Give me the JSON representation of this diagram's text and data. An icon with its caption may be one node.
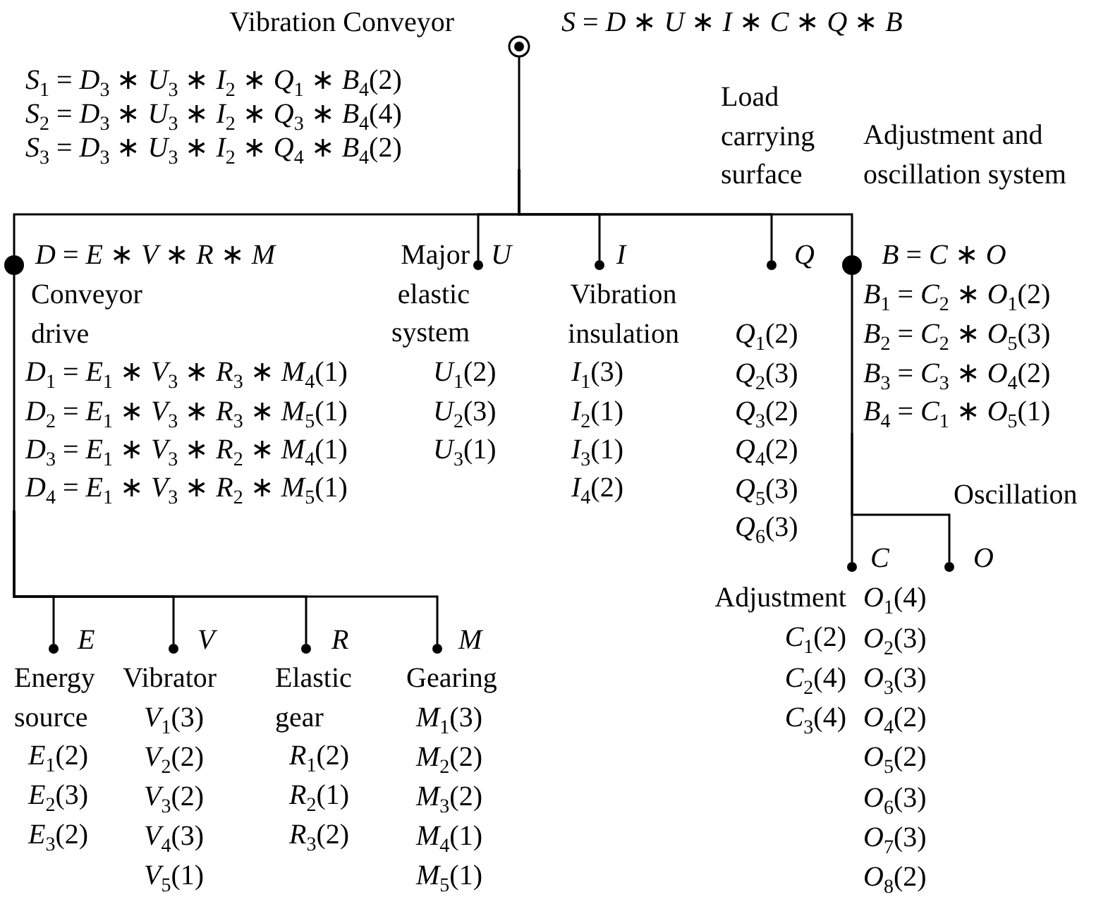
{
  "diagram": {
    "nodes": [
      {
        "text": [
          "Vibration Conveyor",
          "*S* = *D* ∗ *U* ∗ *I* ∗ *C* ∗ *Q* ∗ *B*",
          "*S*$_{1}$ = *D*$_{3}$ ∗ *U*$_{3}$ ∗ *I*$_{2}$ ∗ *Q*$_{1}$ ∗ *B*$_{4}$(2)",
          "*S*$_{2}$ = *D*$_{3}$ ∗ *U*$_{3}$ ∗ *I*$_{2}$ ∗ *Q*$_{3}$ ∗ *B*$_{4}$(4)",
          "*S*$_{3}$ = *D*$_{3}$ ∗ *U*$_{3}$ ∗ *I*$_{2}$ ∗ *Q*$_{4}$ ∗ *B*$_{4}$(2)"
        ]
      },
      {
        "text": [
          "*D* = *E* ∗ *V* ∗ *R* ∗ *M*",
          "Conveyor drive",
          "*D*$_{1}$ = *E*$_{1}$ ∗ *V*$_{3}$ ∗ *R*$_{3}$ ∗ *M*$_{4}$(1)",
          "*D*$_{2}$ = *E*$_{1}$ ∗ *V*$_{3}$ ∗ *R*$_{3}$ ∗ *M*$_{5}$(1)",
          "*D*$_{3}$ = *E*$_{1}$ ∗ *V*$_{3}$ ∗ *R*$_{2}$ ∗ *M*$_{4}$(1)",
          "*D*$_{4}$ = *E*$_{1}$ ∗ *V*$_{3}$ ∗ *R*$_{2}$ ∗ *M*$_{5}$(1)"
        ]
      },
      {
        "text": [
          "Major elastic system",
          "U",
          "*U*$_{1}$(2)",
          "*U*$_{2}$(3)",
          "*U*$_{3}$(1)"
        ]
      },
      {
        "text": [
          "I",
          "Vibration insulation",
          "*I*$_{1}$(3)",
          "*I*$_{2}$(1)",
          "*I*$_{3}$(1)",
          "*I*$_{4}$(2)"
        ]
      },
      {
        "text": [
          "Q",
          "*Q*$_{1}$(2)",
          "*Q*$_{2}$(3)",
          "*Q*$_{3}$(2)",
          "*Q*$_{4}$(2)",
          "*Q*$_{5}$(3)",
          "*Q*$_{6}$(3)"
        ]
      },
      {
        "text": [
          "*B* = *C* ∗ *O*",
          "*B*$_{1}$ = *C*$_{2}$ ∗ *O*$_{1}$(2)",
          "*B*$_{2}$ = *C*$_{2}$ ∗ *O*$_{5}$(3)",
          "*B*$_{3}$ = *C*$_{3}$ ∗ *O*$_{4}$(2)",
          "*B*$_{4}$ = *C*$_{1}$ ∗ *O*$_{5}$(1)"
        ]
      },
      {
        "text": [
          "C",
          "Adjustment",
          "*C*$_{1}$(2)",
          "*C*$_{2}$(4)",
          "*C*$_{3}$(4)"
        ]
      },
      {
        "text": [
          "O",
          "*O*$_{1}$(4)",
          "*O*$_{2}$(3)",
          "*O*$_{3}$(3)",
          "*O*$_{4}$(2)",
          "*O*$_{5}$(2)",
          "*O*$_{6}$(3)",
          "*O*$_{7}$(3)",
          "*O*$_{8}$(2)"
        ],
        "beside": [
          "Oscillation"
        ]
      },
      {
        "text": [
          "E",
          "Energy source",
          "*E*$_{1}$(2)",
          "*E*$_{2}$(3)",
          "*E*$_{3}$(2)"
        ]
      },
      {
        "text": [
          "V",
          "Vibrator",
          "*V*$_{1}$(3)",
          "*V*$_{2}$(2)",
          "*V*$_{3}$(2)",
          "*V*$_{4}$(3)",
          "*V*$_{5}$(1)"
        ]
      },
      {
        "text": [
          "R",
          "Elastic gear",
          "*R*$_{1}$(2)",
          "*R*$_{2}$(1)",
          "*R*$_{3}$(2)"
        ]
      },
      {
        "text": [
          "M",
          "Gearing",
          "*M*$_{1}$(3)",
          "*M*$_{2}$(2)",
          "*M*$_{3}$(2)",
          "*M*$_{4}$(1)",
          "*M*$_{5}$(1)"
        ]
      }
    ],
    "edges": [
      {
        "from": 0,
        "to": 1,
        "arrow": "none"
      },
      {
        "from": 0,
        "to": 2,
        "arrow": "none"
      },
      {
        "from": 0,
        "to": 3,
        "arrow": "none"
      },
      {
        "from": 0,
        "to": 4,
        "arrow": "none"
      },
      {
        "from": 0,
        "to": 5,
        "arrow": "none"
      },
      {
        "from": 5,
        "to": 6,
        "arrow": "none"
      },
      {
        "from": 5,
        "to": 7,
        "arrow": "none"
      },
      {
        "from": 1,
        "to": 8,
        "arrow": "none"
      },
      {
        "from": 1,
        "to": 9,
        "arrow": "none"
      },
      {
        "from": 1,
        "to": 10,
        "arrow": "none"
      },
      {
        "from": 1,
        "to": 11,
        "arrow": "none"
      }
    ],
    "labels": [
      "Load carrying surface",
      "Adjustment and oscillation system"
    ]
  }
}
